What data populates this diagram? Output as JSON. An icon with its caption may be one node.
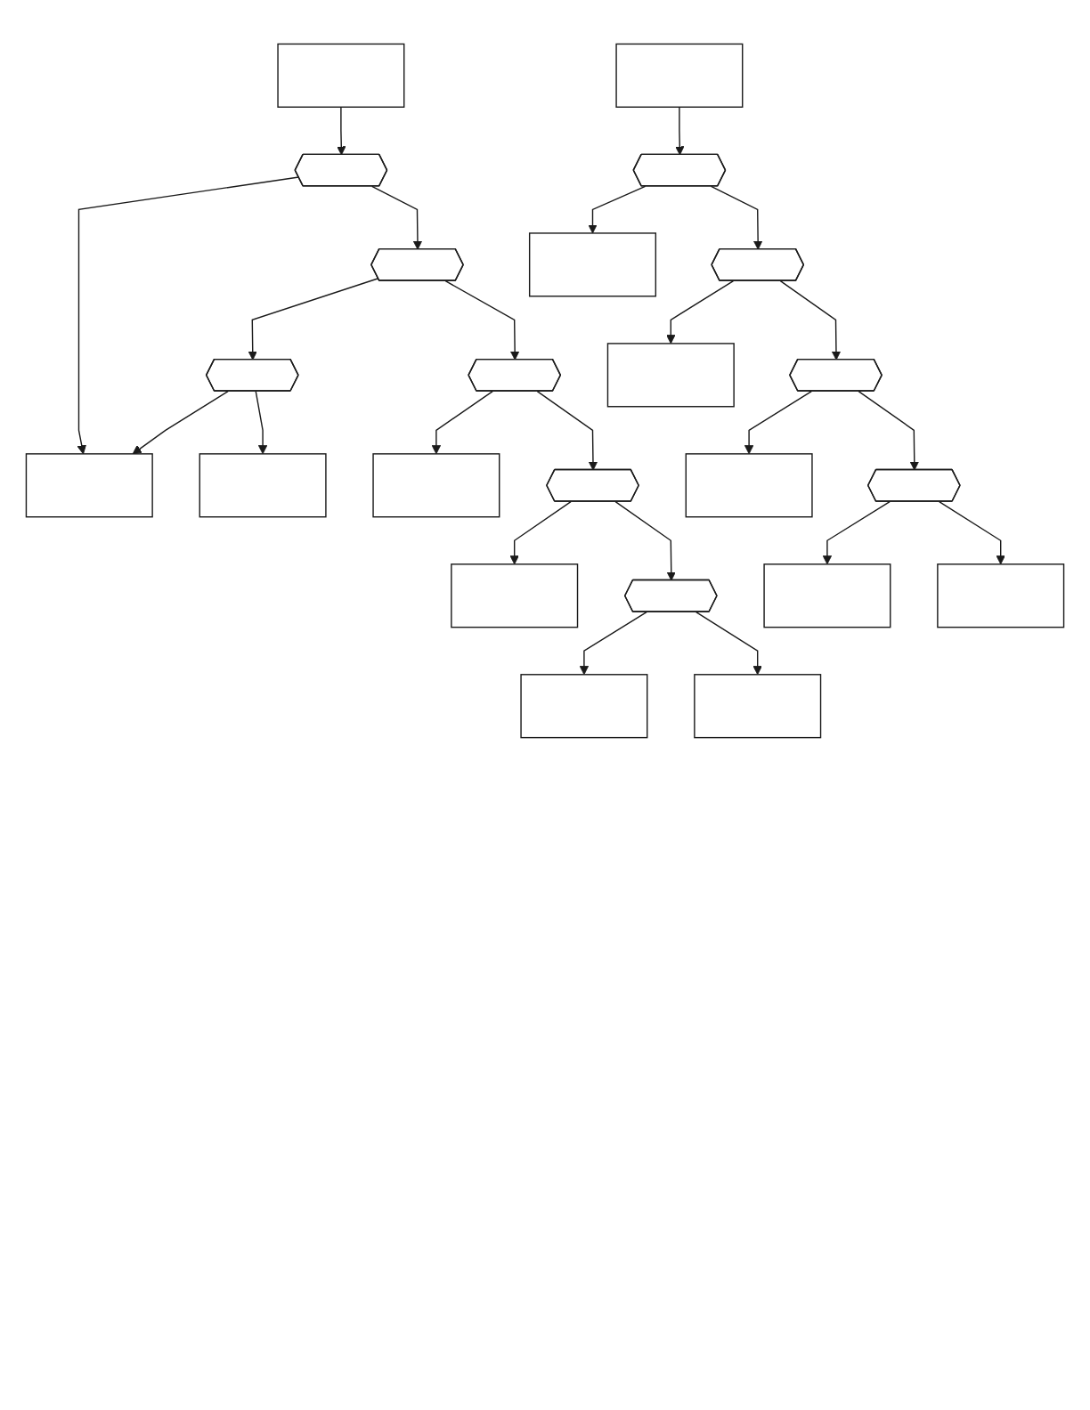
{
  "diagram": {
    "nodes": [
      {
        "text": [],
        "shape": "box"
      },
      {
        "text": [],
        "shape": "hexagon"
      },
      {
        "text": [],
        "shape": "box"
      },
      {
        "text": [],
        "shape": "hexagon"
      },
      {
        "text": [],
        "shape": "hexagon"
      },
      {
        "text": [],
        "shape": "box"
      },
      {
        "text": [],
        "shape": "hexagon"
      },
      {
        "text": [],
        "shape": "box"
      },
      {
        "text": [],
        "shape": "box"
      },
      {
        "text": [],
        "shape": "hexagon"
      },
      {
        "text": [],
        "shape": "hexagon"
      },
      {
        "text": [],
        "shape": "box"
      },
      {
        "text": [],
        "shape": "box"
      },
      {
        "text": [],
        "shape": "box"
      },
      {
        "text": [],
        "shape": "hexagon"
      },
      {
        "text": [],
        "shape": "box"
      },
      {
        "text": [],
        "shape": "hexagon"
      },
      {
        "text": [],
        "shape": "box"
      },
      {
        "text": [],
        "shape": "hexagon"
      },
      {
        "text": [],
        "shape": "box"
      },
      {
        "text": [],
        "shape": "hexagon"
      },
      {
        "text": [],
        "shape": "box"
      },
      {
        "text": [],
        "shape": "box"
      }
    ],
    "edges": [
      {
        "from": 0,
        "to": 1,
        "arrow": "to"
      },
      {
        "from": 1,
        "to": 2,
        "arrow": "to"
      },
      {
        "from": 1,
        "to": 3,
        "arrow": "to"
      },
      {
        "from": 3,
        "to": 4,
        "arrow": "to"
      },
      {
        "from": 4,
        "to": 2,
        "arrow": "to"
      },
      {
        "from": 4,
        "to": 7,
        "arrow": "to"
      },
      {
        "from": 3,
        "to": 6,
        "arrow": "to"
      },
      {
        "from": 6,
        "to": 5,
        "arrow": "to"
      },
      {
        "from": 6,
        "to": 9,
        "arrow": "to"
      },
      {
        "from": 9,
        "to": 8,
        "arrow": "to"
      },
      {
        "from": 9,
        "to": 10,
        "arrow": "to"
      },
      {
        "from": 10,
        "to": 11,
        "arrow": "to"
      },
      {
        "from": 10,
        "to": 12,
        "arrow": "to"
      },
      {
        "from": 13,
        "to": 14,
        "arrow": "to"
      },
      {
        "from": 14,
        "to": 15,
        "arrow": "to"
      },
      {
        "from": 14,
        "to": 16,
        "arrow": "to"
      },
      {
        "from": 16,
        "to": 17,
        "arrow": "to"
      },
      {
        "from": 16,
        "to": 18,
        "arrow": "to"
      },
      {
        "from": 18,
        "to": 19,
        "arrow": "to"
      },
      {
        "from": 18,
        "to": 20,
        "arrow": "to"
      },
      {
        "from": 20,
        "to": 21,
        "arrow": "to"
      },
      {
        "from": 20,
        "to": 22,
        "arrow": "to"
      }
    ]
  }
}
